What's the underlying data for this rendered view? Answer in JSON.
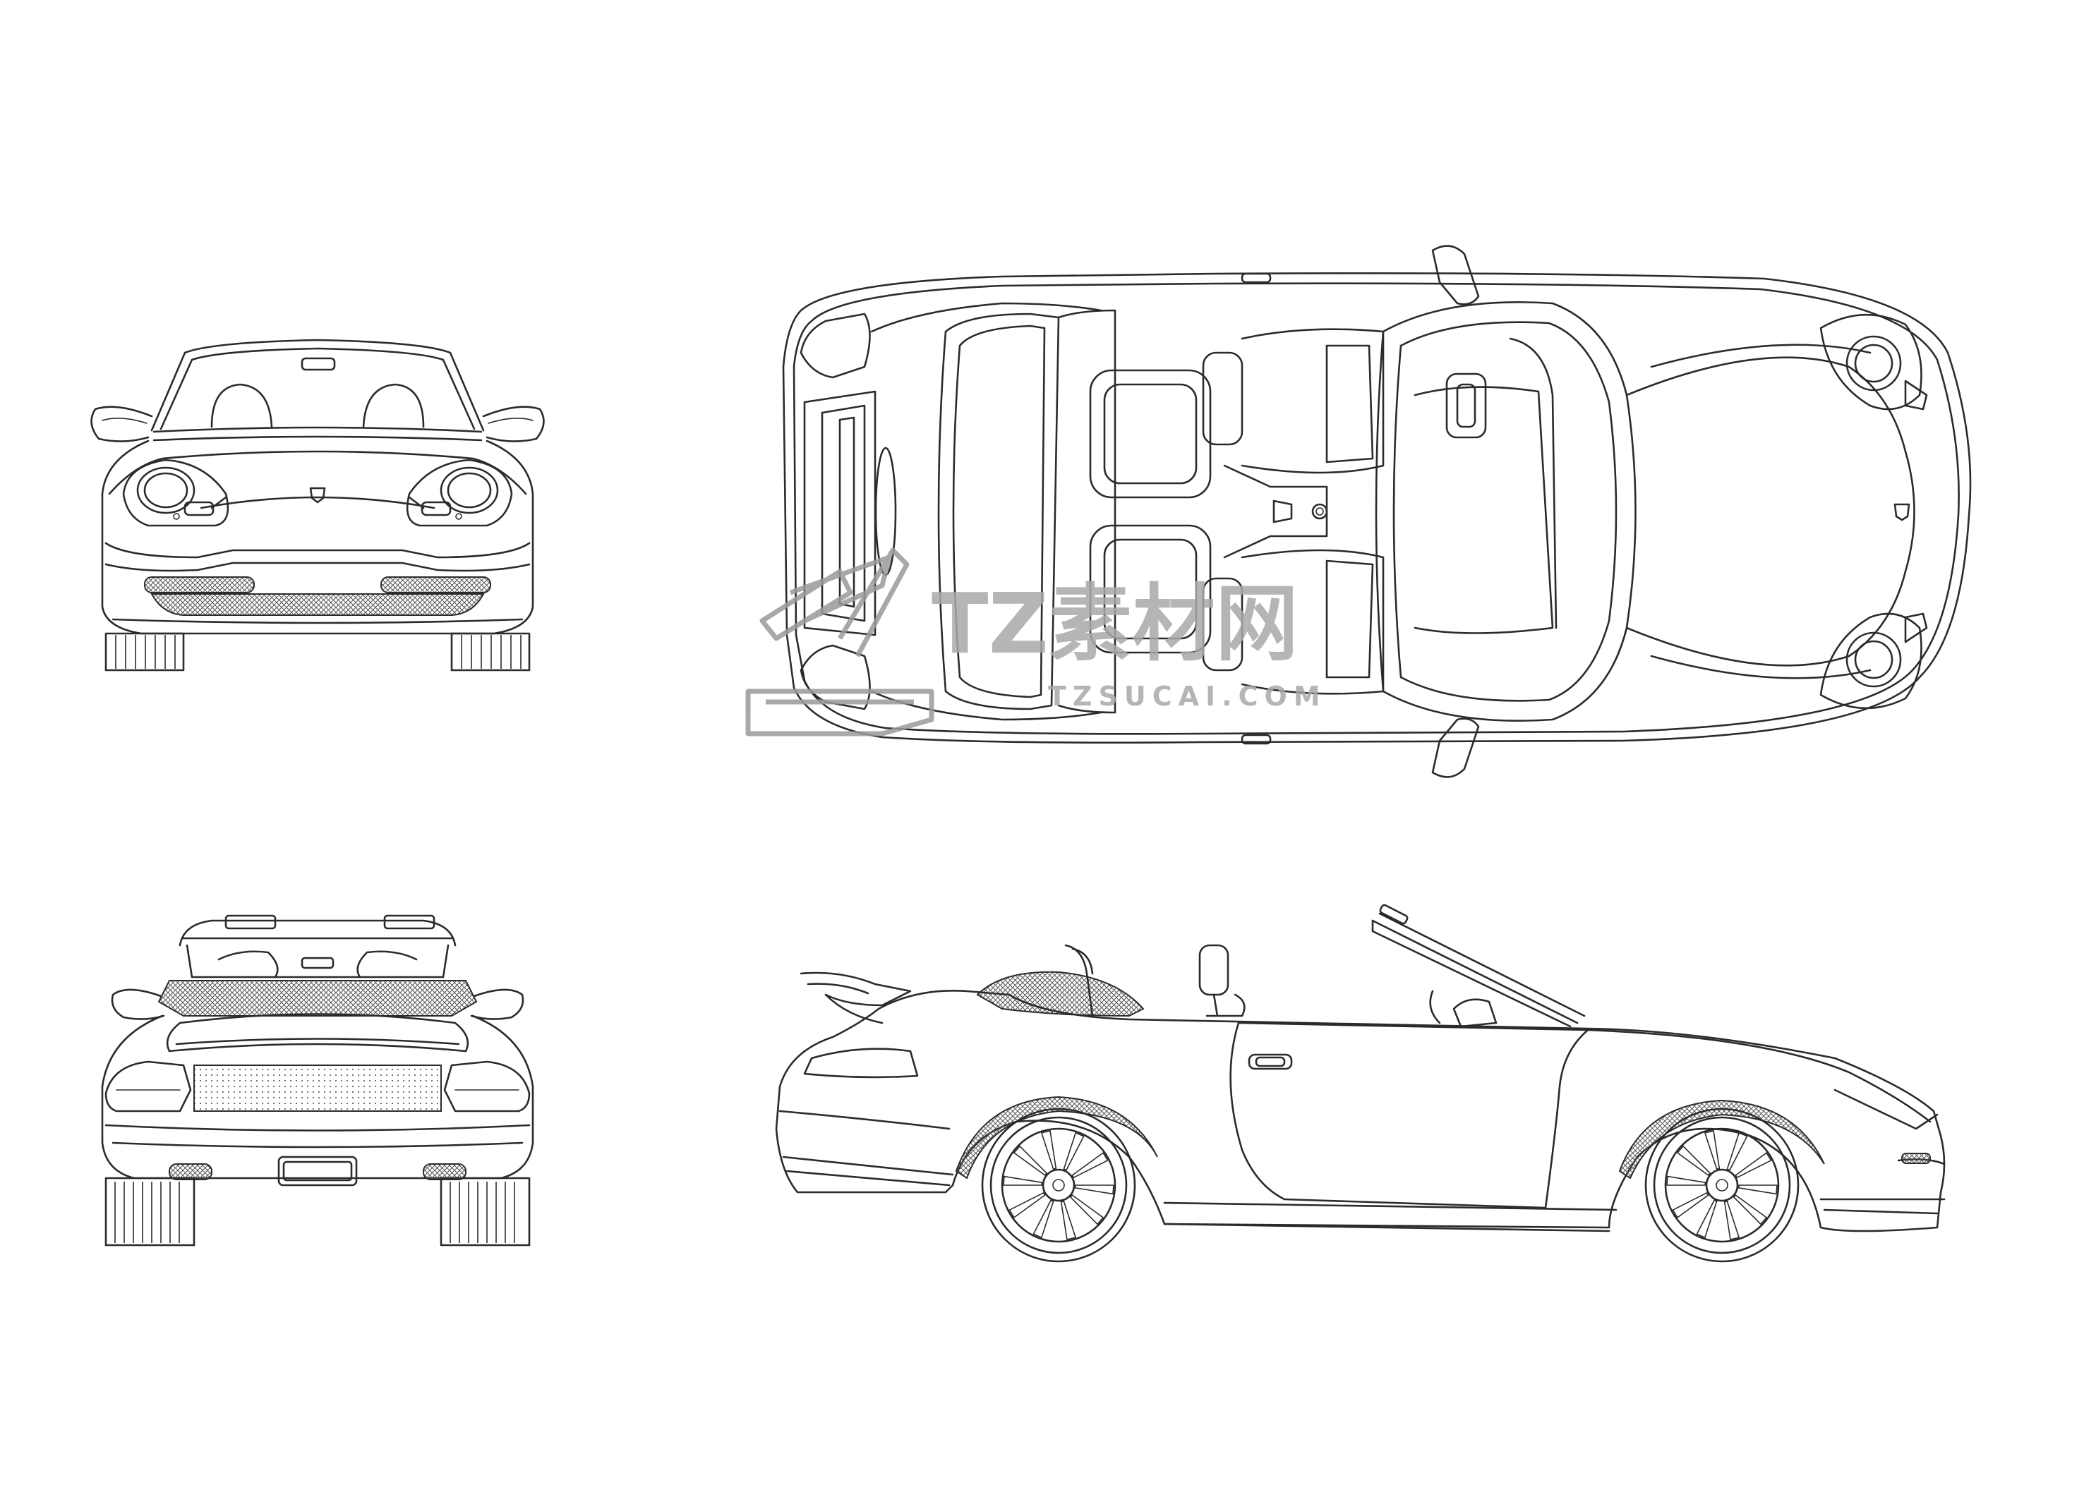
{
  "drawing": {
    "subject": "convertible car orthographic line drawing",
    "line_color": "#2b2b2b",
    "background": "#ffffff",
    "views": [
      {
        "id": "front",
        "name": "front view"
      },
      {
        "id": "top",
        "name": "top view"
      },
      {
        "id": "rear",
        "name": "rear view"
      },
      {
        "id": "side",
        "name": "side view"
      }
    ]
  },
  "watermark": {
    "logo_text": "TZ素材网",
    "url_text": "TZSUCAI.COM",
    "color": "#a9a9a9"
  }
}
